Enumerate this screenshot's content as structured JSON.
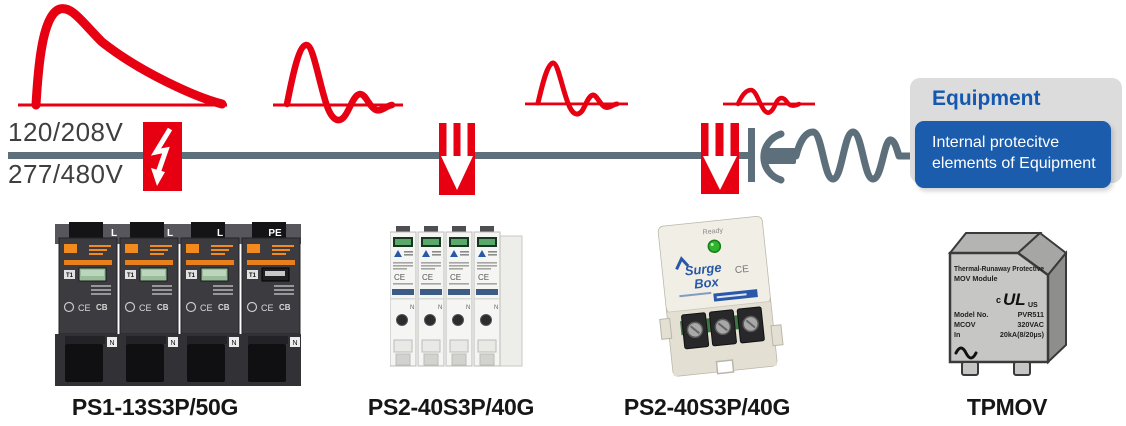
{
  "colors": {
    "red": "#e60012",
    "slate": "#5c6f7a",
    "equipment_box": "#dcdcdc",
    "equipment_title": "#1558b0",
    "equipment_panel": "#1b5cad"
  },
  "power_line": {
    "voltage_top": "120/208V",
    "voltage_bottom": "277/480V"
  },
  "equipment": {
    "title": "Equipment",
    "note_line1": "Internal protecitve",
    "note_line2": "elements of Equipment"
  },
  "products": [
    {
      "label": "PS1-13S3P/50G",
      "top_terminals": [
        "L",
        "L",
        "L",
        "PE"
      ],
      "bottom_terminal": "N",
      "t_mark": "T1",
      "cert_ce": "CE",
      "cert_cb": "CB"
    },
    {
      "label": "PS2-40S3P/40G",
      "cert_ce": "CE",
      "neutral": "N"
    },
    {
      "label": "PS2-40S3P/40G",
      "led_label": "Ready",
      "logo_line1": "Surge",
      "logo_line2": "Box",
      "cert_ce": "CE"
    },
    {
      "label": "TPMOV",
      "title_line1": "Thermal-Runaway Protective",
      "title_line2": "MOV Module",
      "ul_c": "c",
      "ul_mark": "UL",
      "ul_us": "US",
      "left_col": [
        "Model No.",
        "MCOV",
        "In"
      ],
      "right_col": [
        "PVR511",
        "320VAC",
        "20kA(8/20µs)"
      ]
    }
  ]
}
